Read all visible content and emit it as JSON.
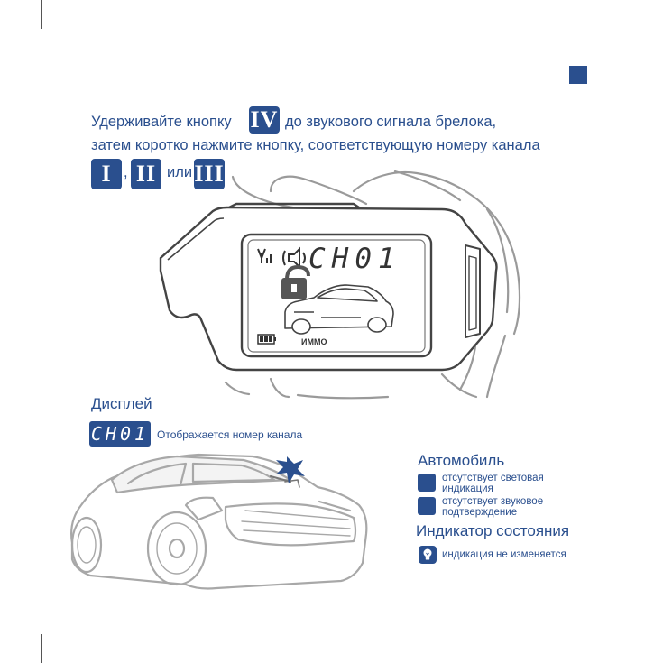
{
  "instruction": {
    "line1_before": "Удерживайте кнопку",
    "button_iv": "IV",
    "line1_after": "до звукового сигнала брелока,",
    "line2": "затем коротко нажмите кнопку, соответствующую номеру канала",
    "button_i": "I",
    "separator": ",",
    "button_ii": "II",
    "or_text": "или",
    "button_iii": "III"
  },
  "keyfob_screen": {
    "channel_text": "CH01",
    "immo_label": "ИММО"
  },
  "display_section": {
    "title": "Дисплей",
    "chip_text": "CH01",
    "description": "Отображается номер канала"
  },
  "car_section": {
    "title": "Автомобиль",
    "items": [
      {
        "line1": "отсутствует световая",
        "line2": "индикация"
      },
      {
        "line1": "отсутствует звуковое",
        "line2": "подтверждение"
      }
    ]
  },
  "status_section": {
    "title": "Индикатор состояния",
    "item": "индикация не изменяется",
    "icon": "lightbulb-icon"
  },
  "colors": {
    "brand_blue": "#2a4f8e",
    "sketch_gray": "#9a9a9a",
    "outline_dark": "#444444"
  }
}
